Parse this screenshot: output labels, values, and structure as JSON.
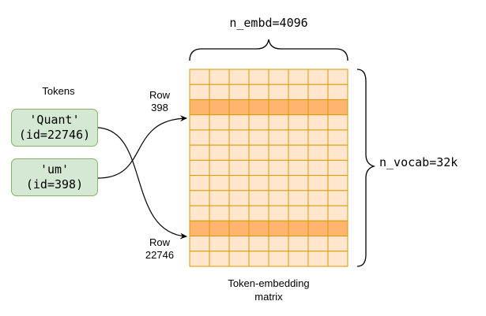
{
  "tokens_label": "Tokens",
  "tokens": [
    {
      "text": "'Quant'",
      "id_text": "(id=22746)"
    },
    {
      "text": "'um'",
      "id_text": "(id=398)"
    }
  ],
  "matrix": {
    "columns": 8,
    "rows": 13,
    "highlighted_rows": [
      2,
      10
    ],
    "cell_fill": "#ffe6cc",
    "cell_stroke": "#d79b00",
    "highlight_fill": "#ffb570",
    "caption_line1": "Token-embedding",
    "caption_line2": "matrix"
  },
  "n_embd_label": "n_embd=4096",
  "n_vocab_label": "n_vocab=32k",
  "row_labels": {
    "top_line1": "Row",
    "top_line2": "398",
    "bottom_line1": "Row",
    "bottom_line2": "22746"
  },
  "colors": {
    "token_fill": "#d5e8d4",
    "token_stroke": "#82b366",
    "line": "#000000"
  }
}
